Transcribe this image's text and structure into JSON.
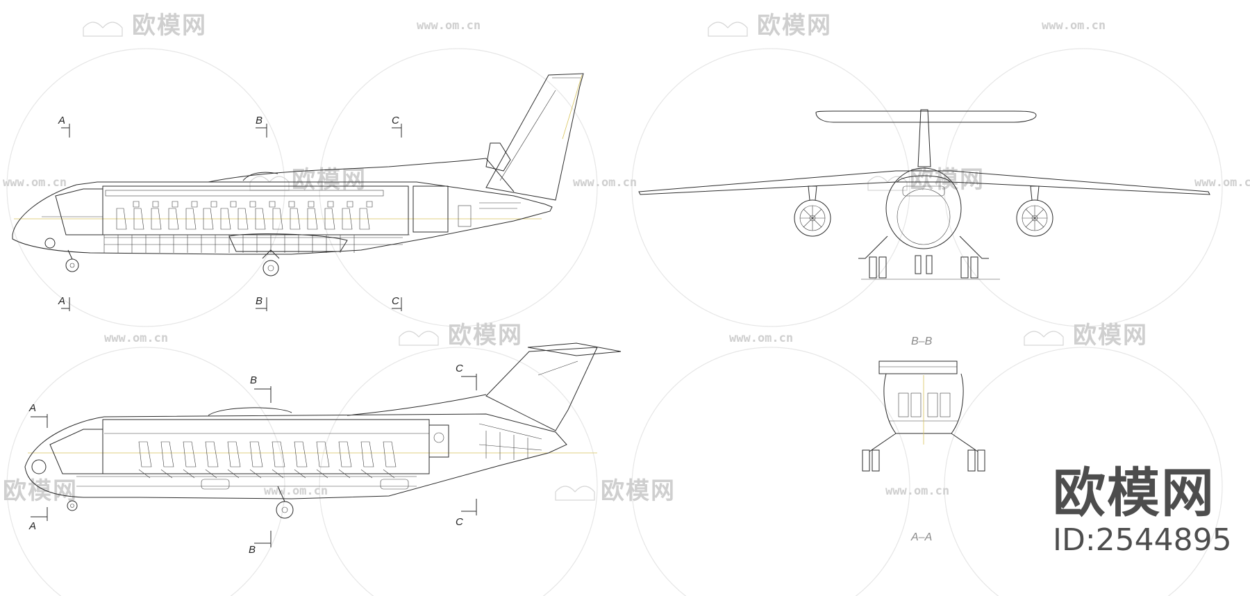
{
  "watermark": {
    "brand_text": "欧模网",
    "url_text": "www.om.cn"
  },
  "section_labels": {
    "a": "A",
    "b": "B",
    "c": "C"
  },
  "views": {
    "section_bb": "B–B",
    "section_aa": "A–A"
  },
  "stamp": {
    "brand": "欧模网",
    "id": "ID:2544895"
  },
  "colors": {
    "line": "#2a2a2a",
    "guide": "#d8c35a",
    "watermark": "#cfcfcf",
    "stamp": "#4d4d4d"
  }
}
